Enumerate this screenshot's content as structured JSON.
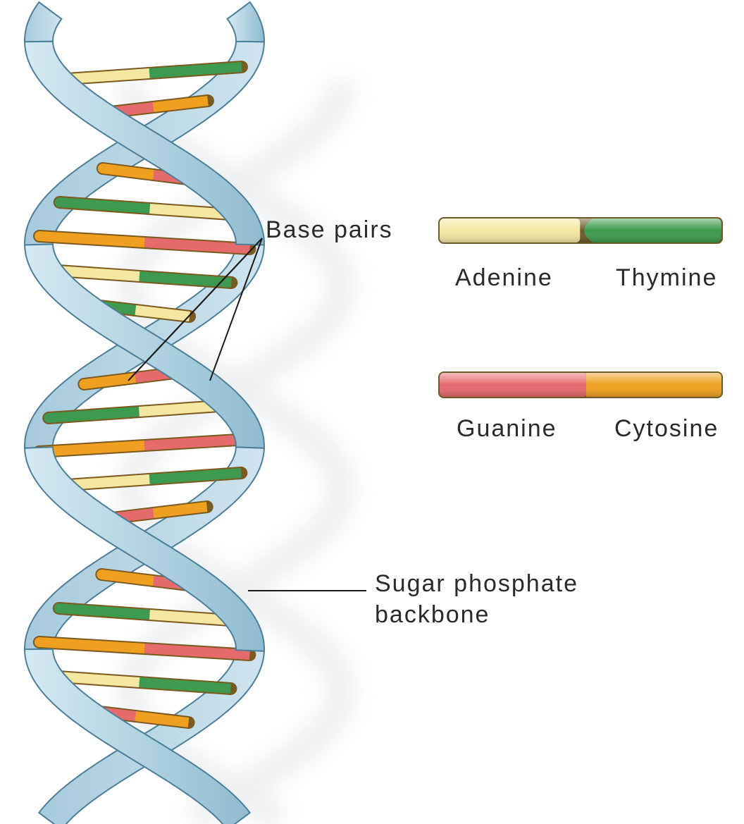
{
  "labels": {
    "base_pairs": "Base pairs",
    "backbone_line1": "Sugar phosphate",
    "backbone_line2": "backbone"
  },
  "legend": [
    {
      "left_base": "Adenine",
      "right_base": "Thymine",
      "left_color": "#f3e7a1",
      "right_color": "#3d9a4e",
      "split_fraction": 0.32
    },
    {
      "left_base": "Guanine",
      "right_base": "Cytosine",
      "left_color": "#e56a6e",
      "right_color": "#f0a020",
      "split_fraction": 0.52
    }
  ],
  "colors": {
    "backbone_fill": "#b7d6e3",
    "backbone_edge": "#4f7f96",
    "shadow": "#dfe3e6",
    "adenine": "#f3e7a1",
    "thymine": "#3d9a4e",
    "guanine": "#e56a6e",
    "cytosine": "#f0a020",
    "pointer_line": "#1a1a1a"
  }
}
